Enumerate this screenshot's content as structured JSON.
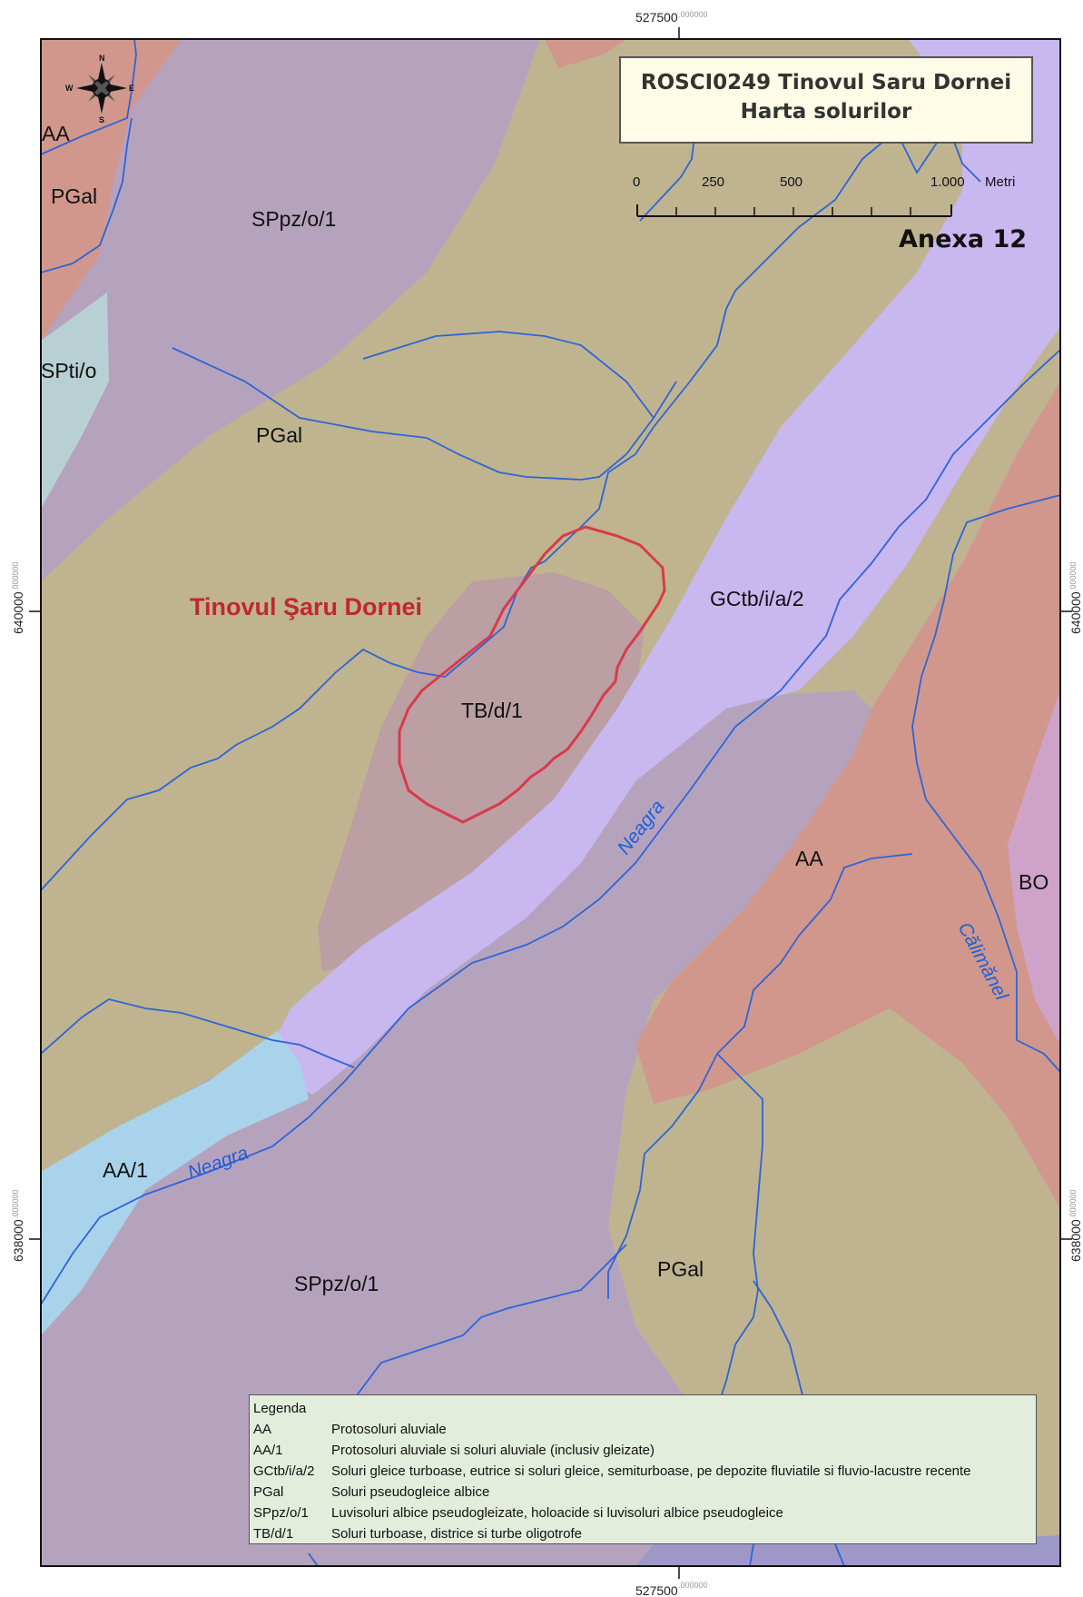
{
  "title": {
    "line1": "ROSCI0249 Tinovul Saru Dornei",
    "line2": "Harta solurilor"
  },
  "annex": "Anexa 12",
  "scale_bar": {
    "ticks": [
      "0",
      "250",
      "500",
      "1.000"
    ],
    "unit": "Metri"
  },
  "north_arrow": {
    "icon": "compass-rose-icon",
    "letters": [
      "N",
      "E",
      "S",
      "W"
    ]
  },
  "coordinates": {
    "top": {
      "main": "527500",
      "suffix": ".000000"
    },
    "bottom": {
      "main": "527500",
      "suffix": ".000000"
    },
    "left_upper": {
      "main": "640000",
      "suffix": ".000000"
    },
    "left_lower": {
      "main": "638000",
      "suffix": ".000000"
    },
    "right_upper": {
      "main": "640000",
      "suffix": ".000000"
    },
    "right_lower": {
      "main": "638000",
      "suffix": ".000000"
    }
  },
  "map_labels": {
    "aa_top_left": "AA",
    "pgal_top_left": "PGal",
    "sppz_upper": "SPpz/o/1",
    "spti": "SPti/o",
    "pgal_center": "PGal",
    "site_name": "Tinovul Şaru Dornei",
    "tb": "TB/d/1",
    "gctb": "GCtb/i/a/2",
    "aa_right": "AA",
    "bo": "BO",
    "aa1": "AA/1",
    "sppz_lower": "SPpz/o/1",
    "pgal_lower": "PGal"
  },
  "river_labels": {
    "neagra_middle": "Neagra",
    "neagra_lower": "Neagra",
    "calimanel": "Călimănel"
  },
  "legend": {
    "title": "Legenda",
    "items": [
      {
        "code": "AA",
        "description": "Protosoluri aluviale"
      },
      {
        "code": "AA/1",
        "description": "Protosoluri aluviale si soluri aluviale (inclusiv gleizate)"
      },
      {
        "code": "GCtb/i/a/2",
        "description": "Soluri gleice turboase, eutrice si soluri gleice,  semiturboase, pe depozite fluviatile si fluvio-lacustre recente"
      },
      {
        "code": "PGal",
        "description": "Soluri pseudogleice albice"
      },
      {
        "code": "SPpz/o/1",
        "description": "Luvisoluri albice pseudogleizate, holoacide si luvisoluri albice pseudogleice"
      },
      {
        "code": "TB/d/1",
        "description": "Soluri turboase, districe si turbe oligotrofe"
      }
    ]
  },
  "colors": {
    "AA": "#d1978c",
    "AA/1": "#a9d3ea",
    "GCtb/i/a/2": "#c9b7f0",
    "PGal": "#bfb48f",
    "SPpz/o/1": "#b5a3bd",
    "SPti/o": "#b8d0d3",
    "TB/d/1": "#bb9fa2",
    "BO": "#cfa3c9",
    "rivers": "#2d64d8",
    "site_boundary": "#d93a4a"
  }
}
